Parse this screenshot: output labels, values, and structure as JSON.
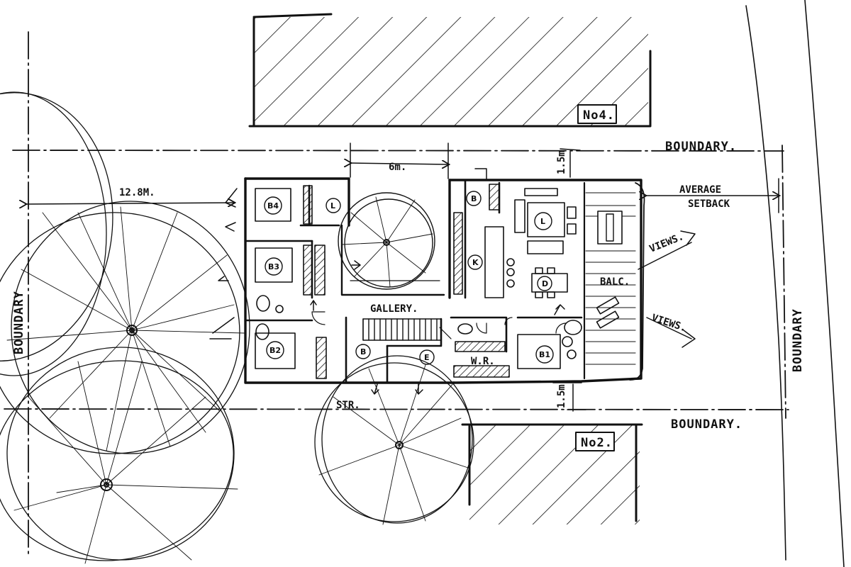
{
  "plan": {
    "ink_color": "#111111",
    "paper_color": "#ffffff",
    "neighbours": {
      "north": "No4.",
      "south": "No2."
    },
    "boundary_labels": [
      "BOUNDARY.",
      "BOUNDARY.",
      "BOUNDARY",
      "BOUNDARY"
    ],
    "dimensions": {
      "width_label": "6m.",
      "site_label": "12.8M.",
      "setback_top": "1.5m",
      "setback_bottom": "1.5m"
    },
    "setback_label": [
      "AVERAGE",
      "SETBACK"
    ],
    "annotations": {
      "views_1": "VIEWS.",
      "views_2": "VIEWS.",
      "balcony": "BALC.",
      "gallery": "GALLERY.",
      "stair": "STR.",
      "walk_in_robe": "W.R."
    },
    "room_tags": {
      "bed4": "B4",
      "bed3": "B3",
      "bed2": "B2",
      "bed1": "B1",
      "bath1": "B",
      "bath2": "B",
      "ensuite": "E",
      "laundry": "L",
      "living": "L",
      "kitchen": "K",
      "dining": "D"
    }
  }
}
